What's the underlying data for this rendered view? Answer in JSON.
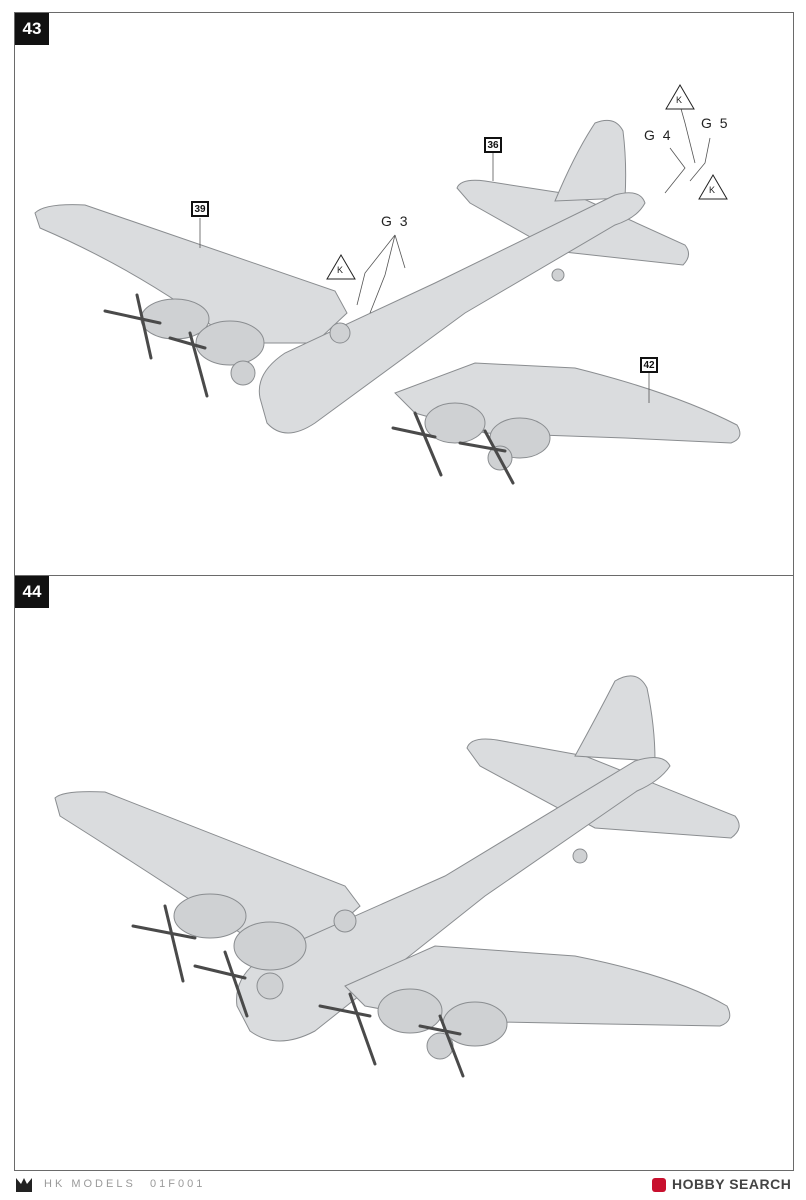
{
  "steps": [
    {
      "number": "43",
      "refs": [
        "39",
        "36",
        "42"
      ],
      "parts": [
        "G 3",
        "G 4",
        "G 5"
      ],
      "warning_marks": [
        "K",
        "K",
        "K"
      ]
    },
    {
      "number": "44"
    }
  ],
  "footer": {
    "brand": "HK MODELS",
    "code": "01F001",
    "watermark": "HOBBY SEARCH",
    "watermark_sub": "SEARCH"
  }
}
